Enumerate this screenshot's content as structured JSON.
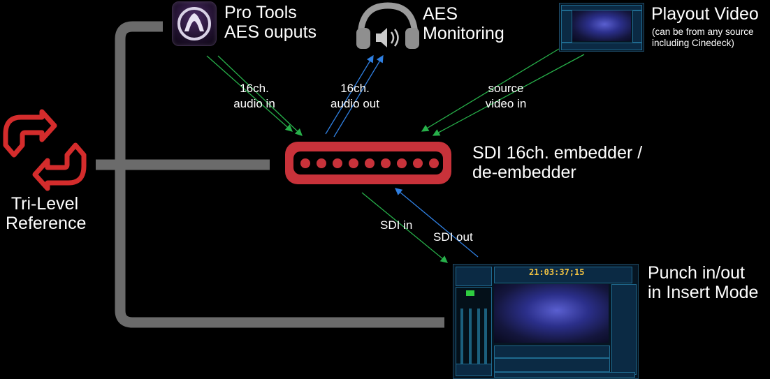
{
  "labels": {
    "pro_tools": [
      "Pro Tools",
      "AES ouputs"
    ],
    "aes_monitoring": [
      "AES",
      "Monitoring"
    ],
    "playout_video": "Playout Video",
    "playout_note": [
      "(can be from any source",
      "including Cinedeck)"
    ],
    "tri_level": [
      "Tri-Level",
      "Reference"
    ],
    "embedder": [
      "SDI 16ch. embedder /",
      "de-embedder"
    ],
    "punch": [
      "Punch in/out",
      "in Insert Mode"
    ]
  },
  "connections": {
    "audio_in": [
      "16ch.",
      "audio in"
    ],
    "audio_out": [
      "16ch.",
      "audio out"
    ],
    "source_video_in": [
      "source",
      "video in"
    ],
    "sdi_in": "SDI in",
    "sdi_out": "SDI out"
  },
  "screen": {
    "timecode": "21:03:37;15"
  },
  "colors": {
    "reference_line": "#6b6b6b",
    "embedder_red": "#c8323a",
    "tri_level_icon": "#d42c2c",
    "signal_in": "#27b04a",
    "signal_out": "#2f7fe0",
    "timecode": "#f5c542"
  }
}
